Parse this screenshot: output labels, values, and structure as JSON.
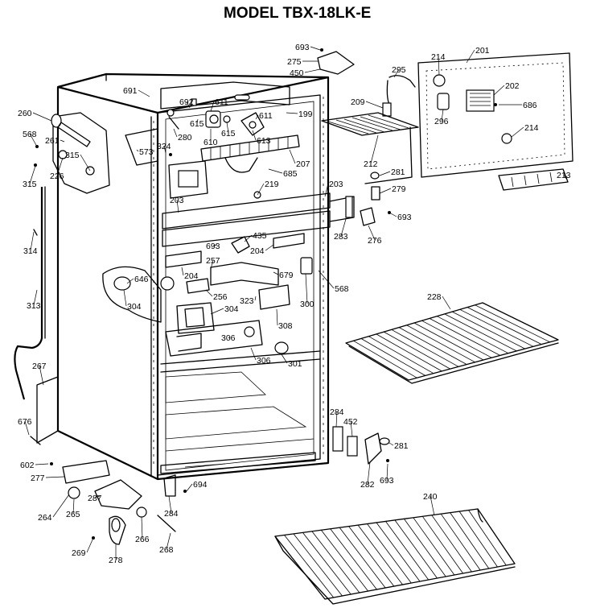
{
  "header": {
    "title": "MODEL TBX-18LK-E"
  },
  "callouts": [
    {
      "id": "693a",
      "label": "693"
    },
    {
      "id": "275",
      "label": "275"
    },
    {
      "id": "450",
      "label": "450"
    },
    {
      "id": "214a",
      "label": "214"
    },
    {
      "id": "201",
      "label": "201"
    },
    {
      "id": "295",
      "label": "295"
    },
    {
      "id": "691",
      "label": "691"
    },
    {
      "id": "692",
      "label": "692"
    },
    {
      "id": "611a",
      "label": "611"
    },
    {
      "id": "202",
      "label": "202"
    },
    {
      "id": "209",
      "label": "209"
    },
    {
      "id": "686",
      "label": "686"
    },
    {
      "id": "260",
      "label": "260"
    },
    {
      "id": "615a",
      "label": "615"
    },
    {
      "id": "611b",
      "label": "611"
    },
    {
      "id": "199",
      "label": "199"
    },
    {
      "id": "296",
      "label": "296"
    },
    {
      "id": "615b",
      "label": "615"
    },
    {
      "id": "610",
      "label": "610"
    },
    {
      "id": "280",
      "label": "280"
    },
    {
      "id": "613",
      "label": "613"
    },
    {
      "id": "214b",
      "label": "214"
    },
    {
      "id": "568a",
      "label": "568"
    },
    {
      "id": "261",
      "label": "261"
    },
    {
      "id": "324",
      "label": "324"
    },
    {
      "id": "573",
      "label": "573"
    },
    {
      "id": "315a",
      "label": "315"
    },
    {
      "id": "207",
      "label": "207"
    },
    {
      "id": "212",
      "label": "212"
    },
    {
      "id": "315b",
      "label": "315"
    },
    {
      "id": "226",
      "label": "226"
    },
    {
      "id": "685",
      "label": "685"
    },
    {
      "id": "281a",
      "label": "281"
    },
    {
      "id": "213",
      "label": "213"
    },
    {
      "id": "219",
      "label": "219"
    },
    {
      "id": "203a",
      "label": "203"
    },
    {
      "id": "279",
      "label": "279"
    },
    {
      "id": "203b",
      "label": "203"
    },
    {
      "id": "693b",
      "label": "693"
    },
    {
      "id": "283",
      "label": "283"
    },
    {
      "id": "314",
      "label": "314"
    },
    {
      "id": "435",
      "label": "435"
    },
    {
      "id": "276",
      "label": "276"
    },
    {
      "id": "693c",
      "label": "693"
    },
    {
      "id": "204a",
      "label": "204"
    },
    {
      "id": "257",
      "label": "257"
    },
    {
      "id": "204b",
      "label": "204"
    },
    {
      "id": "679",
      "label": "679"
    },
    {
      "id": "646",
      "label": "646"
    },
    {
      "id": "568b",
      "label": "568"
    },
    {
      "id": "313",
      "label": "313"
    },
    {
      "id": "256",
      "label": "256"
    },
    {
      "id": "323",
      "label": "323"
    },
    {
      "id": "300",
      "label": "300"
    },
    {
      "id": "304a",
      "label": "304"
    },
    {
      "id": "304b",
      "label": "304"
    },
    {
      "id": "228",
      "label": "228"
    },
    {
      "id": "308",
      "label": "308"
    },
    {
      "id": "306a",
      "label": "306"
    },
    {
      "id": "267",
      "label": "267"
    },
    {
      "id": "306b",
      "label": "306"
    },
    {
      "id": "301",
      "label": "301"
    },
    {
      "id": "284a",
      "label": "284"
    },
    {
      "id": "452",
      "label": "452"
    },
    {
      "id": "676",
      "label": "676"
    },
    {
      "id": "281b",
      "label": "281"
    },
    {
      "id": "602",
      "label": "602"
    },
    {
      "id": "277",
      "label": "277"
    },
    {
      "id": "282",
      "label": "282"
    },
    {
      "id": "693d",
      "label": "693"
    },
    {
      "id": "694",
      "label": "694"
    },
    {
      "id": "240",
      "label": "240"
    },
    {
      "id": "284b",
      "label": "284"
    },
    {
      "id": "264",
      "label": "264"
    },
    {
      "id": "265",
      "label": "265"
    },
    {
      "id": "287",
      "label": "287"
    },
    {
      "id": "266",
      "label": "266"
    },
    {
      "id": "269",
      "label": "269"
    },
    {
      "id": "268",
      "label": "268"
    },
    {
      "id": "278",
      "label": "278"
    }
  ]
}
